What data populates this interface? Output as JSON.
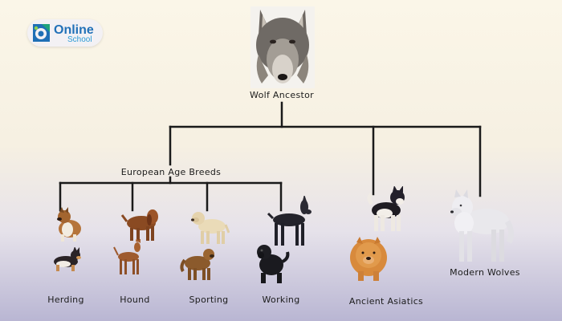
{
  "logo": {
    "tagline": "",
    "brand_main": "Online",
    "brand_sub": "School"
  },
  "diagram": {
    "root": "Wolf Ancestor",
    "group": "European Age Breeds",
    "leaves": {
      "herding": "Herding",
      "hound": "Hound",
      "sporting": "Sporting",
      "working": "Working",
      "ancient": "Ancient Asiatics",
      "modern": "Modern Wolves"
    }
  },
  "colors": {
    "line": "#1a1a1a",
    "logo_blue": "#2271b8",
    "logo_green": "#1fa37a"
  },
  "icons": [
    "wolf-head",
    "collie",
    "corgi",
    "bloodhound",
    "pharaoh-hound",
    "labrador",
    "golden-retriever",
    "great-dane",
    "water-dog",
    "akita",
    "chow-chow",
    "white-wolf"
  ]
}
